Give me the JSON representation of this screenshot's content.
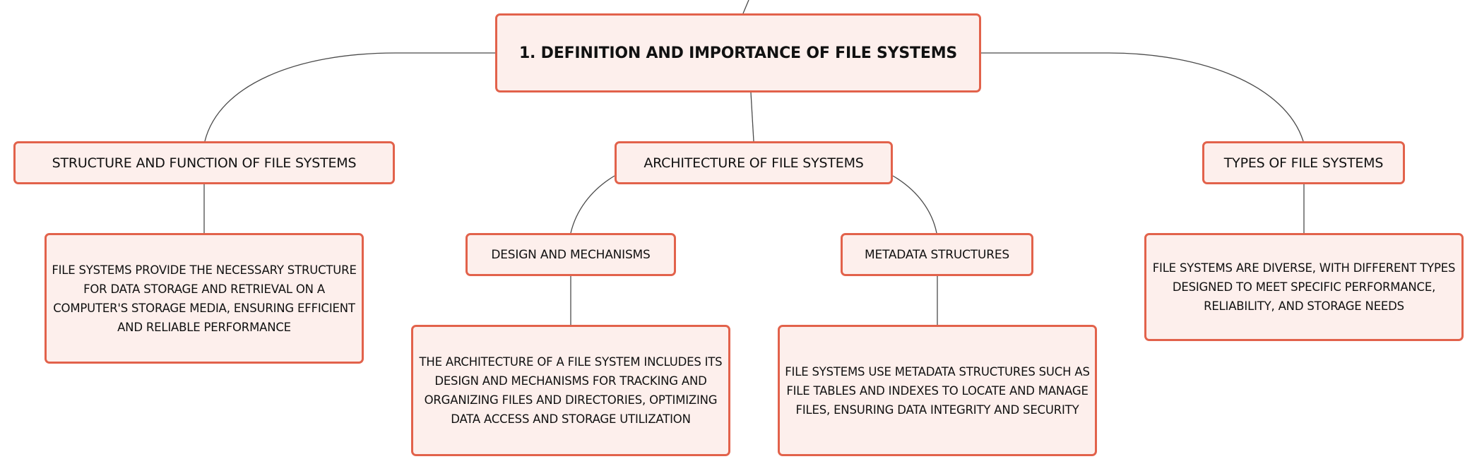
{
  "mindmap": {
    "root": {
      "label": "1. DEFINITION AND IMPORTANCE OF FILE SYSTEMS"
    },
    "branches": [
      {
        "label": "STRUCTURE AND FUNCTION OF FILE SYSTEMS",
        "detail": "FILE SYSTEMS PROVIDE THE NECESSARY STRUCTURE FOR DATA STORAGE AND RETRIEVAL ON A COMPUTER'S STORAGE MEDIA, ENSURING EFFICIENT AND RELIABLE PERFORMANCE"
      },
      {
        "label": "ARCHITECTURE OF FILE SYSTEMS",
        "children": [
          {
            "label": "DESIGN AND MECHANISMS",
            "detail": "THE ARCHITECTURE OF A FILE SYSTEM INCLUDES ITS DESIGN AND MECHANISMS FOR TRACKING AND ORGANIZING FILES AND DIRECTORIES, OPTIMIZING DATA ACCESS AND STORAGE UTILIZATION"
          },
          {
            "label": "METADATA STRUCTURES",
            "detail": "FILE SYSTEMS USE METADATA STRUCTURES SUCH AS FILE TABLES AND INDEXES TO LOCATE AND MANAGE FILES, ENSURING DATA INTEGRITY AND SECURITY"
          }
        ]
      },
      {
        "label": "TYPES OF FILE SYSTEMS",
        "detail": "FILE SYSTEMS ARE DIVERSE, WITH DIFFERENT TYPES DESIGNED TO MEET SPECIFIC PERFORMANCE, RELIABILITY, AND STORAGE NEEDS"
      }
    ]
  },
  "colors": {
    "node_fill": "#fdefec",
    "node_border": "#e2624b",
    "connector": "#4a4a4a"
  }
}
